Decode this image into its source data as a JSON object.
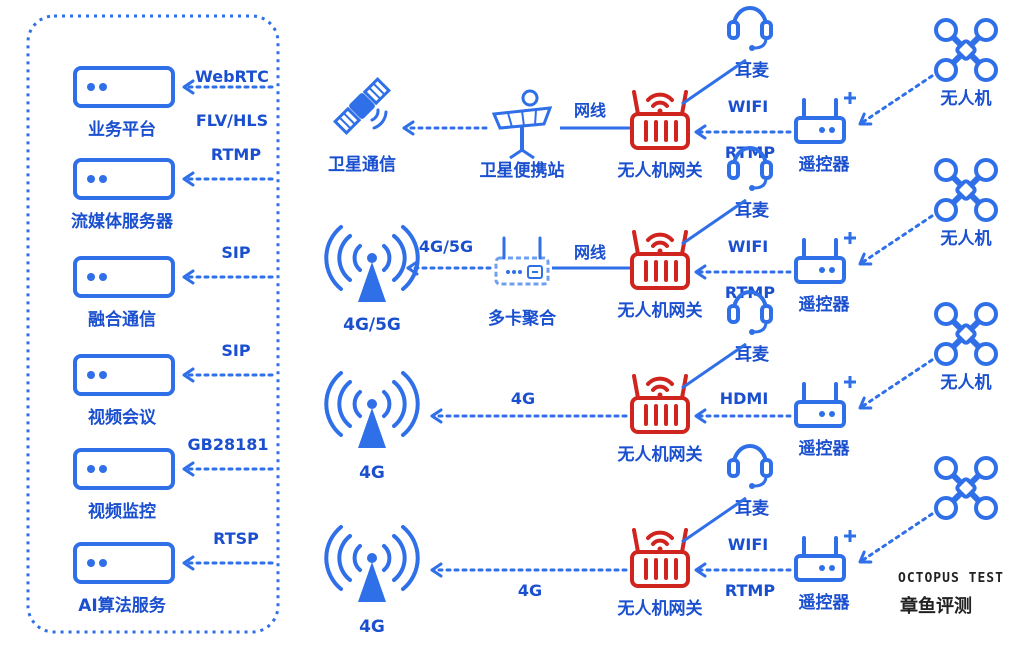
{
  "colors": {
    "blue": "#1a4fcf",
    "lightblue": "#2f6fe8",
    "red": "#d0251f"
  },
  "platforms": [
    {
      "label": "业务平台",
      "protocols": [
        "WebRTC",
        "FLV/HLS"
      ]
    },
    {
      "label": "流媒体服务器",
      "protocols": [
        "RTMP"
      ]
    },
    {
      "label": "融合通信",
      "protocols": [
        "SIP"
      ]
    },
    {
      "label": "视频会议",
      "protocols": [
        "SIP"
      ]
    },
    {
      "label": "视频监控",
      "protocols": [
        "GB28181"
      ]
    },
    {
      "label": "AI算法服务",
      "protocols": [
        "RTSP"
      ]
    }
  ],
  "rows": [
    {
      "uplink_label": "卫星通信",
      "uplink_icon": "satellite-icon",
      "relay_label": "卫星便携站",
      "relay_icon": "satellite-dish-icon",
      "cable_label": "网线",
      "gateway_label": "无人机网关",
      "headset_label": "耳麦",
      "link_labels": [
        "WIFI",
        "RTMP"
      ],
      "controller_label": "遥控器",
      "drone_label": "无人机"
    },
    {
      "uplink_label": "4G/5G",
      "uplink_icon": "cell-tower-icon",
      "uplink_link_label": "4G/5G",
      "relay_label": "多卡聚合",
      "relay_icon": "multi-card-router-icon",
      "cable_label": "网线",
      "gateway_label": "无人机网关",
      "headset_label": "耳麦",
      "link_labels": [
        "WIFI",
        "RTMP"
      ],
      "controller_label": "遥控器",
      "drone_label": "无人机"
    },
    {
      "uplink_label": "4G",
      "uplink_icon": "cell-tower-icon",
      "uplink_link_label": "4G",
      "gateway_label": "无人机网关",
      "headset_label": "耳麦",
      "link_labels": [
        "HDMI"
      ],
      "controller_label": "遥控器",
      "drone_label": "无人机"
    },
    {
      "uplink_label": "4G",
      "uplink_icon": "cell-tower-icon",
      "uplink_link_label": "4G",
      "gateway_label": "无人机网关",
      "headset_label": "耳麦",
      "link_labels": [
        "WIFI",
        "RTMP"
      ],
      "controller_label": "遥控器"
    }
  ],
  "watermark": {
    "line1": "OCTOPUS TEST",
    "line2": "章鱼评测"
  }
}
